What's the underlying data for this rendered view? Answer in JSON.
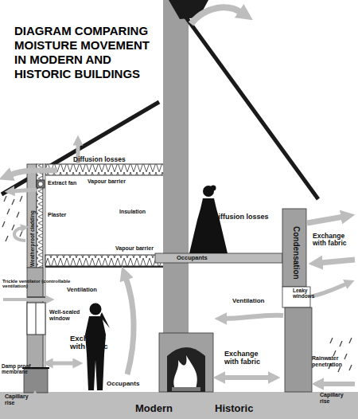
{
  "diagram": {
    "title": "DIAGRAM COMPARING MOISTURE MOVEMENT IN MODERN AND HISTORIC BUILDINGS",
    "labels": [
      "Diffusion losses",
      "Extract fan",
      "Vapour barrier",
      "Weatherproof cladding",
      "Plaster",
      "Insulation",
      "Vapour barrier",
      "Trickle ventilator (controllable ventilation)",
      "Ventilation",
      "Well-sealed window",
      "Exchange with fabric",
      "Damp proof membrane",
      "Occupants",
      "Capillary rise",
      "Modern",
      "Diffusion losses",
      "Occupants",
      "Condensation",
      "Exchange with fabric",
      "Ventilation",
      "Leaky windows",
      "Exchange with fabric",
      "Rainwater penetration",
      "Capillary rise",
      "Historic"
    ]
  }
}
